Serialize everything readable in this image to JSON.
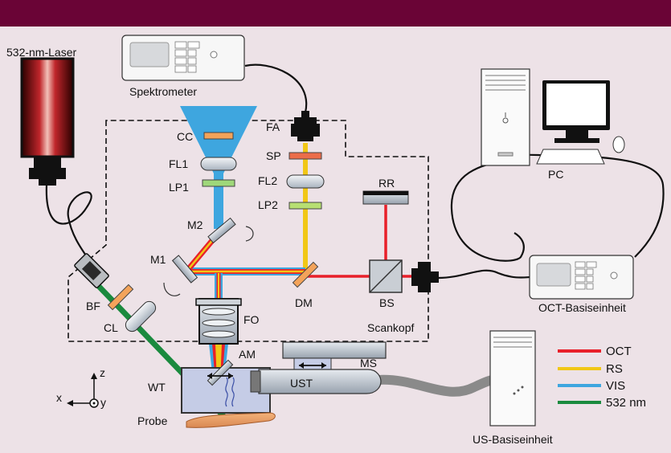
{
  "labels": {
    "laser": "532-nm-Laser",
    "spectrometer": "Spektrometer",
    "pc": "PC",
    "oct_base": "OCT-Basiseinheit",
    "us_base": "US-Basiseinheit",
    "scan_head": "Scankopf",
    "probe": "Probe",
    "cc": "CC",
    "fl1": "FL1",
    "lp1": "LP1",
    "fa": "FA",
    "sp": "SP",
    "fl2": "FL2",
    "lp2": "LP2",
    "rr": "RR",
    "m1": "M1",
    "m2": "M2",
    "dm": "DM",
    "bs": "BS",
    "bf": "BF",
    "cl": "CL",
    "fo": "FO",
    "am": "AM",
    "wt": "WT",
    "ms": "MS",
    "ust": "UST",
    "axis_x": "x",
    "axis_y": "y",
    "axis_z": "z"
  },
  "legend": [
    {
      "label": "OCT",
      "color": "#e8202a"
    },
    {
      "label": "RS",
      "color": "#f1c716"
    },
    {
      "label": "VIS",
      "color": "#3ea6df"
    },
    {
      "label": "532 nm",
      "color": "#1a8a3e"
    }
  ],
  "colors": {
    "header": "#6a0436",
    "background": "#ede2e7",
    "oct": "#e8202a",
    "rs": "#f1c716",
    "vis": "#3ea6df",
    "green": "#1a8a3e"
  }
}
